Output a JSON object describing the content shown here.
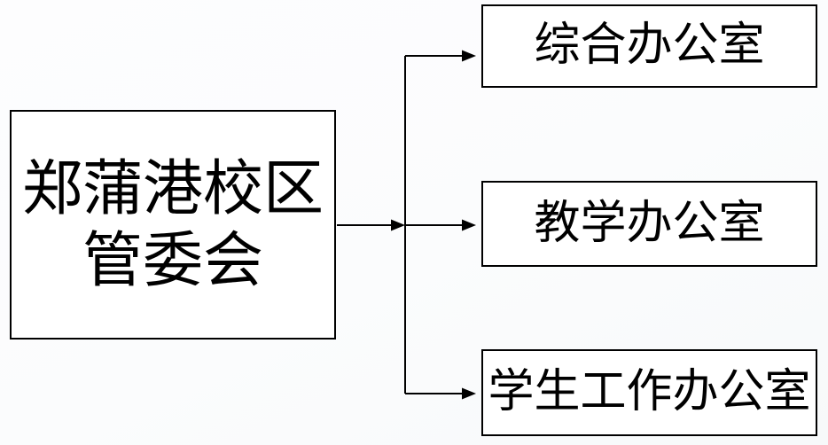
{
  "diagram": {
    "type": "org-chart",
    "root": {
      "id": "root",
      "label": "郑蒲港校区管委会",
      "lines": [
        "郑蒲港校区",
        "管委会"
      ]
    },
    "children": [
      {
        "id": "child-1",
        "label": "综合办公室"
      },
      {
        "id": "child-2",
        "label": "教学办公室"
      },
      {
        "id": "child-3",
        "label": "学生工作办公室"
      }
    ],
    "edges": [
      {
        "from": "郑蒲港校区管委会",
        "to": "综合办公室"
      },
      {
        "from": "郑蒲港校区管委会",
        "to": "教学办公室"
      },
      {
        "from": "郑蒲港校区管委会",
        "to": "学生工作办公室"
      }
    ],
    "colors": {
      "line": "#000000",
      "box_border": "#000000",
      "box_fill": "#ffffff",
      "text": "#000000",
      "background": "#fbfcfd"
    }
  }
}
